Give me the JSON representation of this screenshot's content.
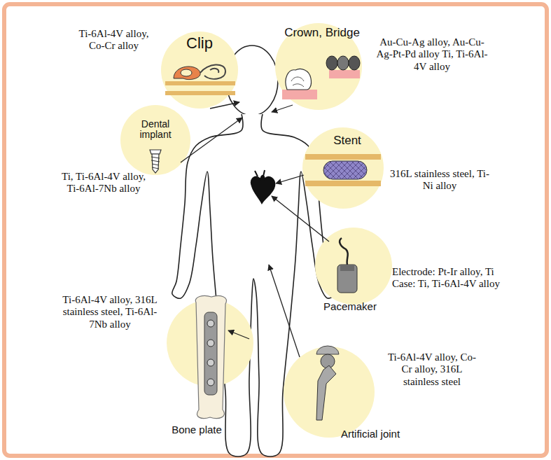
{
  "diagram": {
    "nodes": [
      {
        "text": [
          "Clip",
          "Ti-6Al-4V alloy, Co-Cr alloy"
        ]
      },
      {
        "text": [
          "Crown, Bridge",
          "Au-Cu-Ag alloy, Au-Cu-Ag-Pt-Pd alloy Ti, Ti-6Al-4V alloy"
        ]
      },
      {
        "text": [
          "Dental implant",
          "Ti, Ti-6Al-4V alloy, Ti-6Al-7Nb alloy"
        ]
      },
      {
        "text": [
          "Stent",
          "316L stainless steel, Ti-Ni alloy"
        ]
      },
      {
        "text": [
          "Pacemaker",
          "Electrode: Pt-Ir alloy, Ti Case: Ti, Ti-6Al-4V alloy"
        ]
      },
      {
        "text": [
          "Bone plate",
          "Ti-6Al-4V alloy, 316L stainless steel, Ti-6Al-7Nb alloy"
        ]
      },
      {
        "text": [
          "Artificial joint",
          "Ti-6Al-4V alloy, Co-Cr alloy, 316L stainless steel"
        ]
      }
    ]
  }
}
